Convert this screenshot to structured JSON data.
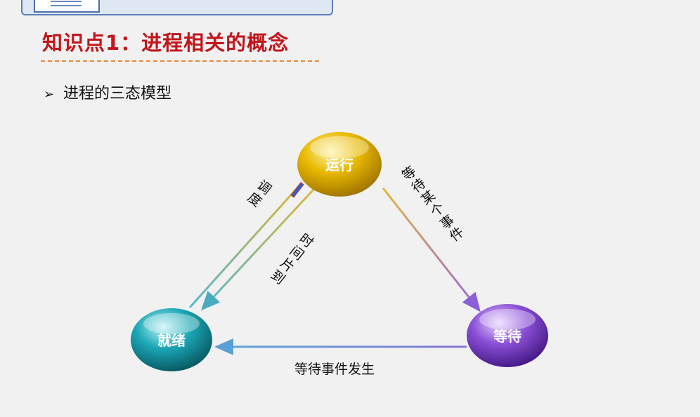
{
  "title": "知识点1：进程相关的概念",
  "bullet": {
    "marker": "➢",
    "text": "进程的三态模型"
  },
  "nodes": {
    "running": {
      "label": "运行",
      "color": "#d9a300"
    },
    "ready": {
      "label": "就绪",
      "color": "#0e8a9a"
    },
    "waiting": {
      "label": "等待",
      "color": "#6a34b8"
    }
  },
  "edges": {
    "schedule": {
      "chars": [
        "调",
        "度"
      ]
    },
    "timeslice": {
      "chars": [
        "时",
        "间",
        "片",
        "到"
      ]
    },
    "wait_event": {
      "chars": [
        "等",
        "待",
        "某",
        "个",
        "事",
        "件"
      ]
    },
    "event_occurs": {
      "label": "等待事件发生"
    }
  }
}
